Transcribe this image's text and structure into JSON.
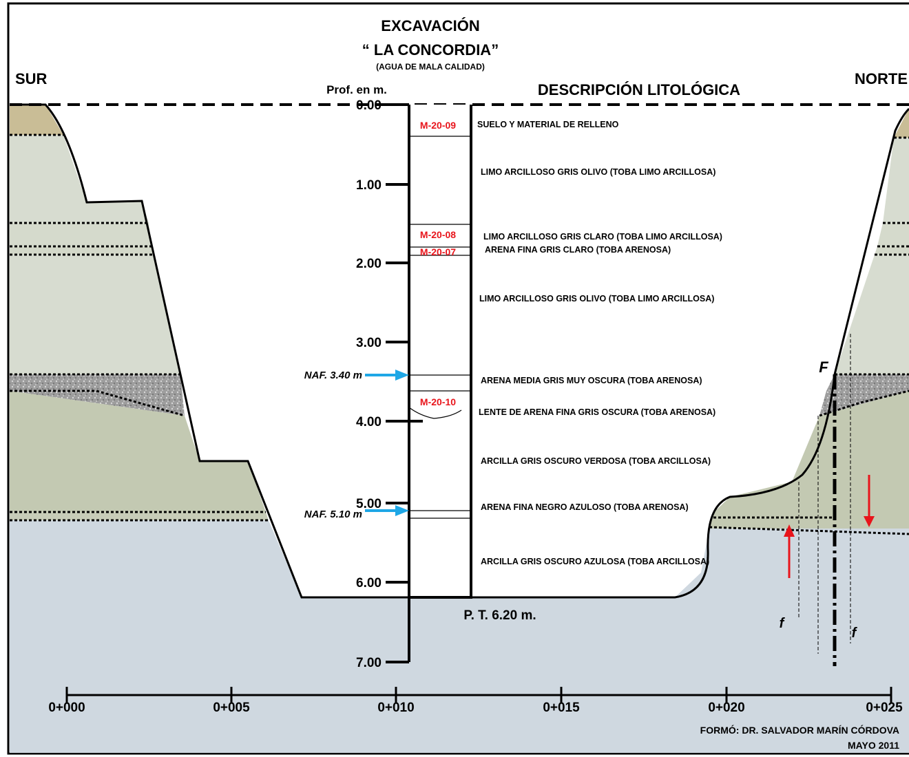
{
  "header": {
    "title_line1": "EXCAVACIÓN",
    "title_line2": "“ LA CONCORDIA”",
    "title_line3": "(AGUA DE MALA CALIDAD)",
    "left_label": "SUR",
    "right_label": "NORTE",
    "depth_axis_label": "Prof. en m.",
    "description_header": "DESCRIPCIÓN  LITOLÓGICA"
  },
  "depth_ticks": [
    "0.00",
    "1.00",
    "2.00",
    "3.00",
    "4.00",
    "5.00",
    "6.00",
    "7.00"
  ],
  "samples": [
    "M-20-09",
    "M-20-08",
    "M-20-07",
    "M-20-10"
  ],
  "lithology": [
    "SUELO Y MATERIAL DE RELLENO",
    "LIMO ARCILLOSO GRIS OLIVO  (TOBA LIMO ARCILLOSA)",
    "LIMO ARCILLOSO GRIS CLARO  (TOBA LIMO ARCILLOSA)",
    "ARENA FINA  GRIS CLARO (TOBA ARENOSA)",
    "LIMO ARCILLOSO GRIS OLIVO  (TOBA LIMO ARCILLOSA)",
    "ARENA MEDIA GRIS MUY OSCURA  (TOBA ARENOSA)",
    "LENTE DE ARENA FINA  GRIS OSCURA (TOBA ARENOSA)",
    "ARCILLA  GRIS OSCURO VERDOSA  (TOBA ARCILLOSA)",
    "ARENA FINA NEGRO AZULOSO  (TOBA ARENOSA)",
    "ARCILLA GRIS OSCURO AZULOSA  (TOBA ARCILLOSA)"
  ],
  "water_levels": [
    "NAF. 3.40 m",
    "NAF. 5.10 m"
  ],
  "total_depth": "P. T.  6.20  m.",
  "fault_labels": {
    "main": "F",
    "minor_left": "f",
    "minor_right": "f"
  },
  "station_ticks": [
    "0+000",
    "0+005",
    "0+010",
    "0+015",
    "0+020",
    "0+025"
  ],
  "credits": {
    "author": "FORMÓ:  DR. SALVADOR MARÍN CÓRDOVA",
    "date": "MAYO 2011"
  },
  "colors": {
    "soil": "#c9bd96",
    "silt_light": "#d7dcd0",
    "silt_dark": "#c3c9b2",
    "sand_dark": "#a9a9a9",
    "clay_blue": "#cfd8e0",
    "water_arrow": "#1ea7e6",
    "sample_red": "#e8141b"
  }
}
